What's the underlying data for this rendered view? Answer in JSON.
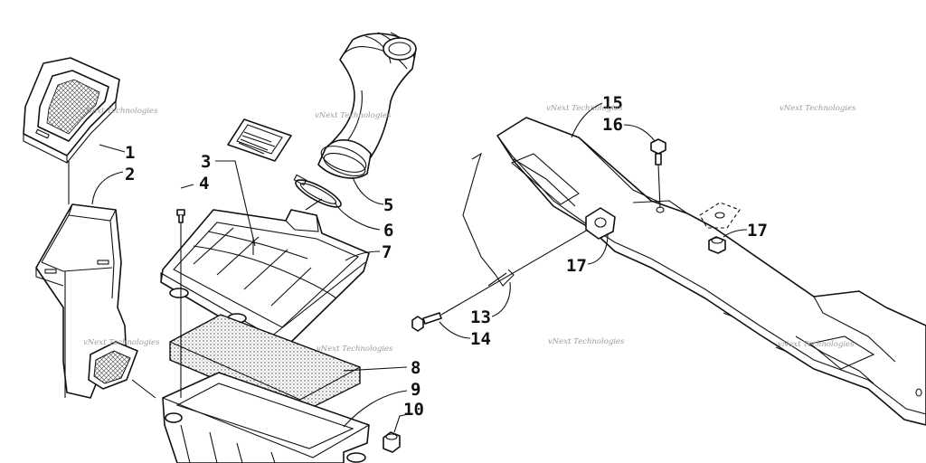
{
  "diagram": {
    "callouts": [
      {
        "id": "c1",
        "text": "1"
      },
      {
        "id": "c2",
        "text": "2"
      },
      {
        "id": "c3",
        "text": "3"
      },
      {
        "id": "c4",
        "text": "4"
      },
      {
        "id": "c5",
        "text": "5"
      },
      {
        "id": "c6",
        "text": "6"
      },
      {
        "id": "c7",
        "text": "7"
      },
      {
        "id": "c8",
        "text": "8"
      },
      {
        "id": "c9",
        "text": "9"
      },
      {
        "id": "c10",
        "text": "10"
      },
      {
        "id": "c13",
        "text": "13"
      },
      {
        "id": "c14",
        "text": "14"
      },
      {
        "id": "c15",
        "text": "15"
      },
      {
        "id": "c16",
        "text": "16"
      },
      {
        "id": "c17a",
        "text": "17"
      },
      {
        "id": "c17b",
        "text": "17"
      }
    ],
    "watermark": "vNext Technologies"
  },
  "colors": {
    "ink": "#111111",
    "watermark": "#9a9a9a",
    "background": "#ffffff"
  }
}
